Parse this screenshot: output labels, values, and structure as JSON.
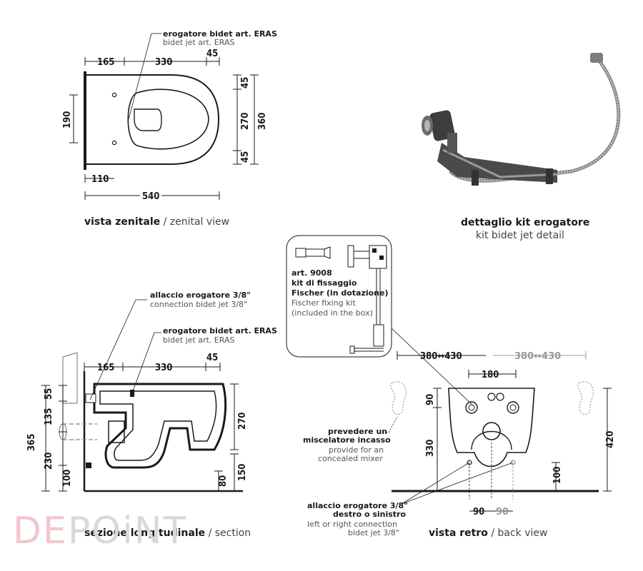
{
  "zenital": {
    "caption_bold": "vista zenitale",
    "caption_rest": " / zenital view",
    "callout_it": "erogatore bidet art. ERAS",
    "callout_en": "bidet jet art. ERAS",
    "dims": {
      "d165": "165",
      "d330": "330",
      "d45top": "45",
      "d190": "190",
      "d45a": "45",
      "d270": "270",
      "d360": "360",
      "d45b": "45",
      "d110": "110",
      "d540": "540"
    }
  },
  "kit": {
    "caption_bold": "dettaglio kit erogatore",
    "caption_sub": "kit bidet jet detail"
  },
  "fixing": {
    "title1": "art. 9008",
    "title2": "kit di fissaggio",
    "title3": "Fischer (in dotazione)",
    "sub1": "Fischer fixing kit",
    "sub2": "(included in the box)"
  },
  "section": {
    "caption_bold": "sezione longitudinale",
    "caption_rest": " / section",
    "callout1_it": "allaccio erogatore 3/8\"",
    "callout1_en": "connection bidet jet 3/8\"",
    "callout2_it": "erogatore bidet art. ERAS",
    "callout2_en": "bidet jet art. ERAS",
    "dims": {
      "d165": "165",
      "d330": "330",
      "d45": "45",
      "d55": "55",
      "d135": "135",
      "d365": "365",
      "d230": "230",
      "d100": "100",
      "d270": "270",
      "d80": "80",
      "d150": "150"
    }
  },
  "back": {
    "caption_bold": "vista retro",
    "caption_rest": " / back view",
    "range_left": "380↔430",
    "range_right": "380↔430",
    "d180": "180",
    "d90": "90",
    "d330": "330",
    "d420": "420",
    "d100": "100",
    "d90a": "90",
    "d90b": "90",
    "mixer_it1": "prevedere un",
    "mixer_it2": "miscelatore incasso",
    "mixer_en1": "provide for an",
    "mixer_en2": "concealed mixer",
    "conn_it1": "allaccio erogatore 3/8\"",
    "conn_it2": "destro o sinistro",
    "conn_en1": "left or right connection",
    "conn_en2": "bidet jet 3/8\""
  },
  "logo": {
    "part1": "DE",
    "part2": "POiNT"
  }
}
